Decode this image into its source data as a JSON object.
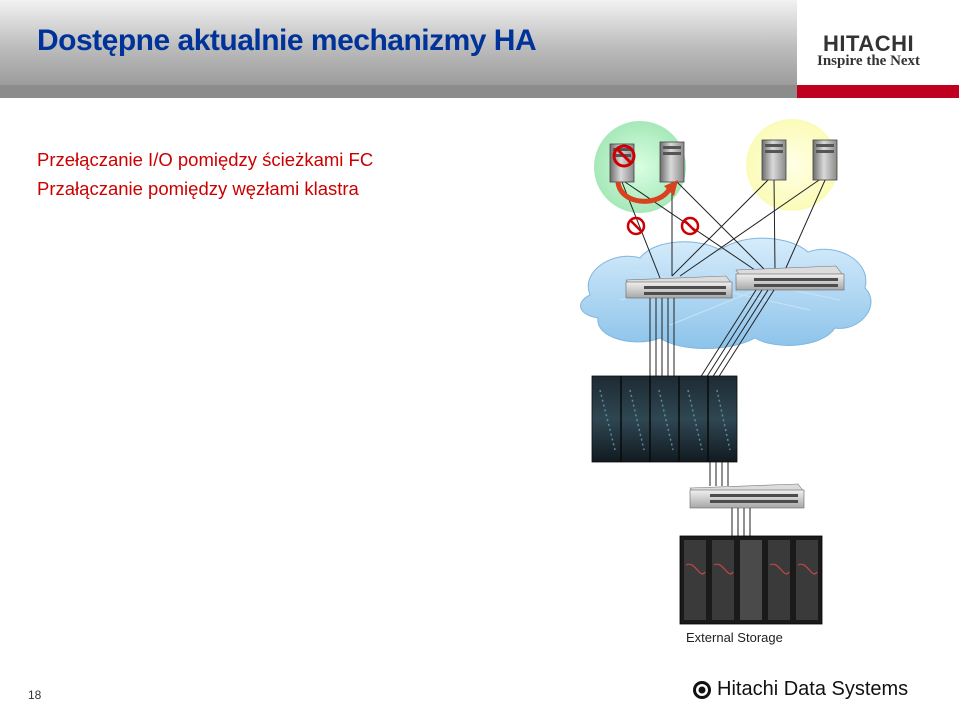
{
  "header": {
    "title": "Dostępne aktualnie mechanizmy HA",
    "logo_word": "HITACHI",
    "logo_tagline": "Inspire the Next"
  },
  "bullets": [
    "Przełączanie I/O pomiędzy ścieżkami FC",
    "Przałączanie pomiędzy węzłami klastra"
  ],
  "diagram": {
    "storage_label": "External Storage",
    "colors": {
      "left_cluster_bg": "#b9f0c8",
      "right_cluster_bg": "#ffffcc",
      "cloud": "#a9d2ef",
      "failover_arrow": "#d9421f",
      "block_icon": "#cc0000"
    }
  },
  "footer": {
    "page_number": "18",
    "company": "Hitachi Data Systems"
  }
}
